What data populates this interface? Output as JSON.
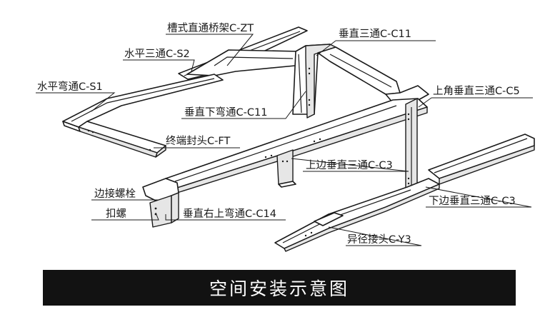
{
  "labels": {
    "zt": "槽式直通桥架C-ZT",
    "s2": "水平三通C-S2",
    "s1": "水平弯通C-S1",
    "c11_top": "垂直三通C-C11",
    "c11_down": "垂直下弯通C-C11",
    "c5": "上角垂直三通C-C5",
    "ft": "终端封头C-FT",
    "c3_up": "上边垂直三通C-C3",
    "bolt": "边接螺栓",
    "nut": "扣螺",
    "c14": "垂直右上弯通C-C14",
    "c3_down": "下边垂直三通C-C3",
    "y3": "异径接头C-Y3"
  },
  "caption": "空间安装示意图",
  "colors": {
    "ink": "#1a1a1a",
    "banner_bg": "#121212",
    "banner_text": "#ffffff",
    "shade": "#e6e6e6"
  }
}
